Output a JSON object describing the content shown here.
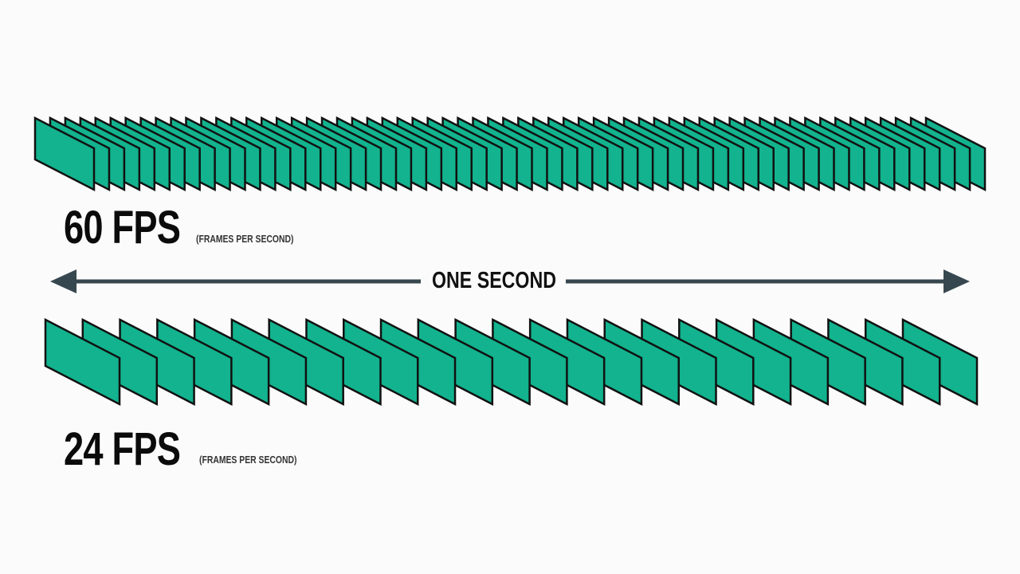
{
  "top": {
    "fps_label": "60 FPS",
    "sub_label": "(FRAMES PER SECOND)",
    "frame_count": 60
  },
  "bottom": {
    "fps_label": "24 FPS",
    "sub_label": "(FRAMES PER SECOND)",
    "frame_count": 24
  },
  "arrow": {
    "label": "ONE SECOND"
  },
  "colors": {
    "frame_fill": "#12b38e",
    "frame_stroke": "#111111",
    "arrow": "#37474f"
  }
}
